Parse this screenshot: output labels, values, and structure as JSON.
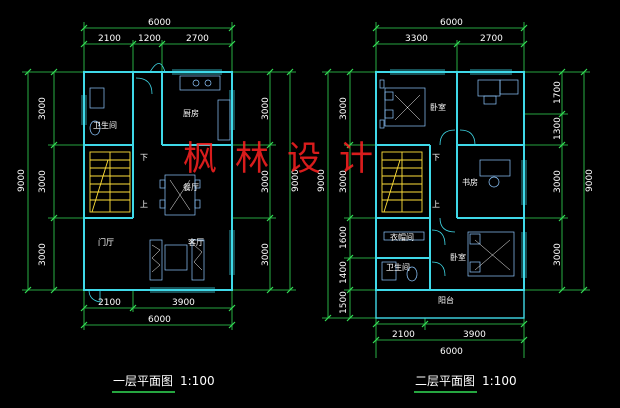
{
  "plans": [
    {
      "title": "一层平面图",
      "scale": "1:100",
      "top_total": "6000",
      "top_segments": [
        "2100",
        "1200",
        "2700"
      ],
      "bottom_segments": [
        "2100",
        "3900"
      ],
      "bottom_total": "6000",
      "left_segments": [
        "3000",
        "3000",
        "3000"
      ],
      "left_total": "9000",
      "right_segments": [
        "3000",
        "3000",
        "3000"
      ],
      "right_total": "9000",
      "rooms": [
        "卫生间",
        "厨房",
        "餐厅",
        "门厅",
        "客厅"
      ],
      "markers": [
        "下",
        "上"
      ]
    },
    {
      "title": "二层平面图",
      "scale": "1:100",
      "top_total": "6000",
      "top_segments": [
        "3300",
        "2700"
      ],
      "bottom_segments": [
        "2100",
        "3900"
      ],
      "bottom_total": "6000",
      "left_segments": [
        "3000",
        "3000",
        "1600",
        "1400",
        "1500"
      ],
      "left_total": "9000",
      "right_segments": [
        "1700",
        "1300",
        "3000",
        "3000"
      ],
      "right_total": "9000",
      "rooms": [
        "卧室",
        "书房",
        "衣帽间",
        "卫生间",
        "卧室",
        "阳台"
      ],
      "markers": [
        "下",
        "上"
      ]
    }
  ],
  "watermark": "枫林设计",
  "colors": {
    "background": "#000000",
    "wall": "#3fd9e8",
    "dim_line": "#33dd55",
    "fixture": "#8ec8ff",
    "stair": "#ffe03a",
    "watermark": "#ff2222",
    "title_underline": "#33dd55"
  }
}
